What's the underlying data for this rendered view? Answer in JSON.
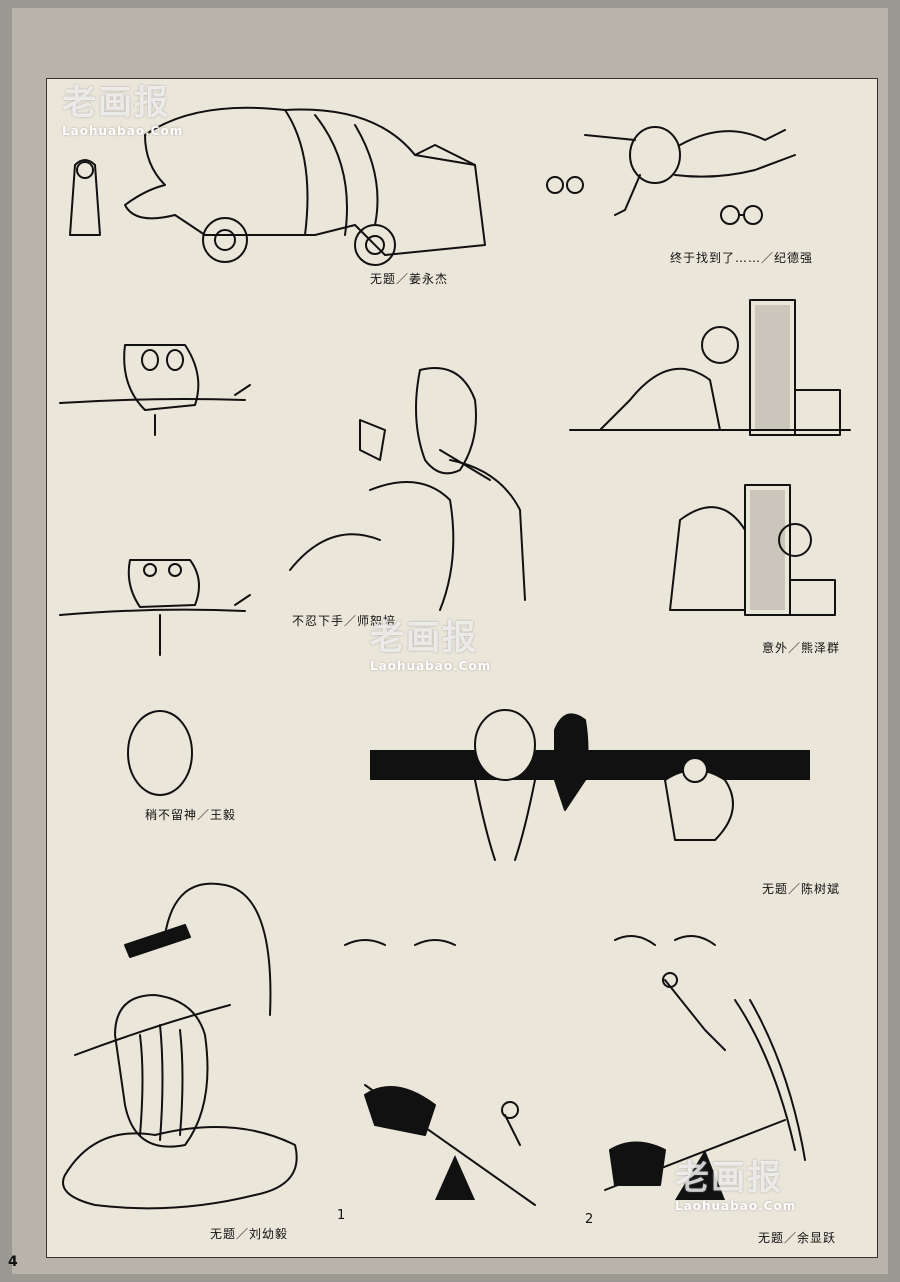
{
  "page_number": "4",
  "watermarks": [
    {
      "main": "老画报",
      "sub": "Laohuabao.Com"
    },
    {
      "main": "老画报",
      "sub": "Laohuabao.Com"
    },
    {
      "main": "老画报",
      "sub": "Laohuabao.Com"
    }
  ],
  "cartoons": [
    {
      "caption": "无题／姜永杰"
    },
    {
      "caption": "终于找到了……／纪德强"
    },
    {
      "caption": "不忍下手／师恕培"
    },
    {
      "caption": "意外／熊泽群"
    },
    {
      "caption": "稍不留神／王毅"
    },
    {
      "caption": "无题／陈树斌"
    },
    {
      "caption": "无题／刘幼毅"
    },
    {
      "caption": "无题／余显跃"
    }
  ],
  "panel_numbers": [
    "1",
    "2"
  ]
}
